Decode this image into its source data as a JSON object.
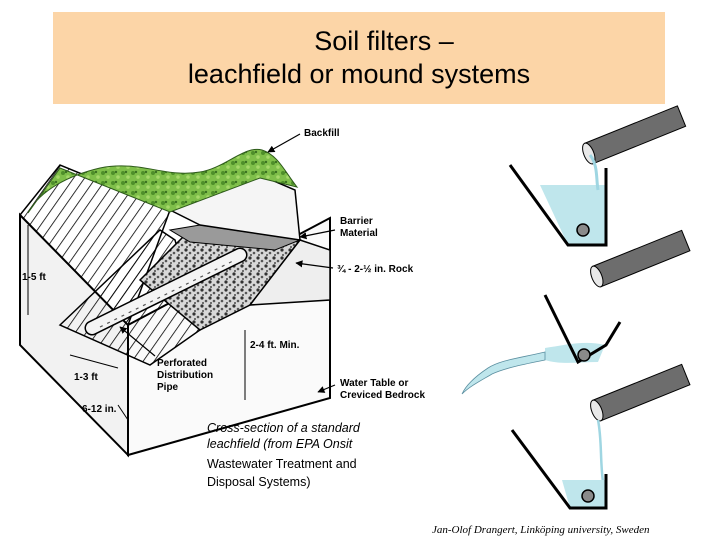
{
  "title": {
    "line1": "Soil filters –",
    "line2": "leachfield or mound systems"
  },
  "labels": {
    "backfill": "Backfill",
    "barrier_1": "Barrier",
    "barrier_2": "Material",
    "rock": "¾ - 2-½ in. Rock",
    "one_five_ft": "1-5 ft",
    "two_four_ft": "2-4 ft. Min.",
    "perforated_1": "Perforated",
    "perforated_2": "Distribution",
    "perforated_3": "Pipe",
    "one_three_ft": "1-3 ft",
    "six_twelve_in": "6-12 in.",
    "water_table_1": "Water Table or",
    "water_table_2": "Creviced Bedrock"
  },
  "caption": {
    "line1": "Cross-section of a standard",
    "line2": "leachfield (from EPA Onsit",
    "line3": "Wastewater Treatment and",
    "line4": "Disposal Systems)"
  },
  "footer": "Jan-Olof Drangert, Linköping university, Sweden"
}
